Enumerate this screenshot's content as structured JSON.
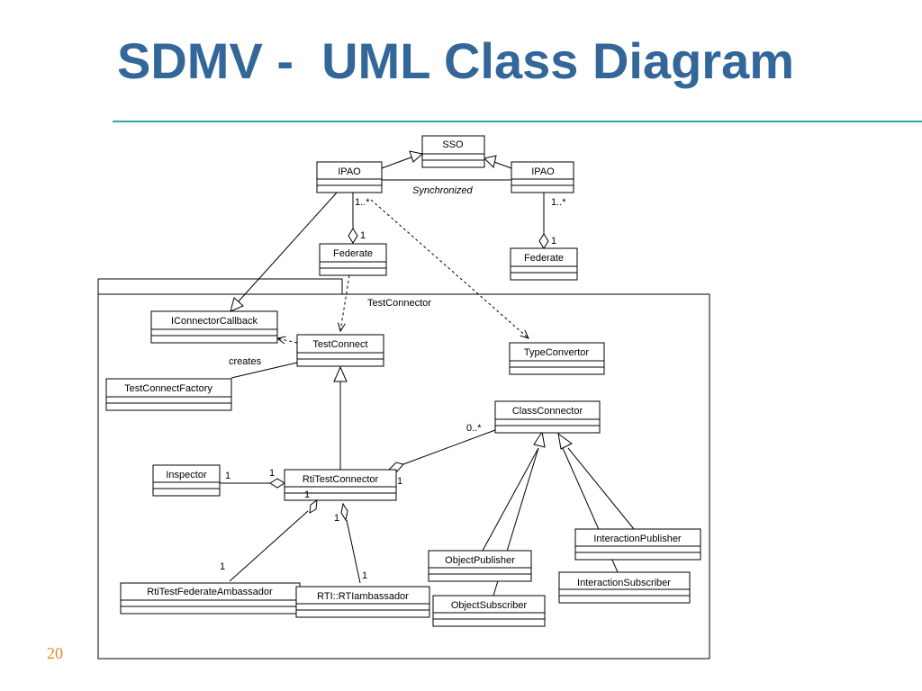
{
  "slide": {
    "title": "SDMV -  UML Class Diagram",
    "page_number": "20",
    "colors": {
      "title": "#336699",
      "rule": "#2aa7a7",
      "page_number": "#e08a1e"
    }
  },
  "diagram": {
    "package_label": "TestConnector",
    "classes": {
      "sso": "SSO",
      "ipao_left": "IPAO",
      "ipao_right": "IPAO",
      "federate_left": "Federate",
      "federate_right": "Federate",
      "iconnector_callback": "IConnectorCallback",
      "test_connect": "TestConnect",
      "type_convertor": "TypeConvertor",
      "test_connect_factory": "TestConnectFactory",
      "class_connector": "ClassConnector",
      "inspector": "Inspector",
      "rti_test_connector": "RtiTestConnector",
      "interaction_publisher": "InteractionPublisher",
      "object_publisher": "ObjectPublisher",
      "interaction_subscriber": "InteractionSubscriber",
      "rti_test_federate_ambassador": "RtiTestFederateAmbassador",
      "rti_ambassador": "RTI::RTIambassador",
      "object_subscriber": "ObjectSubscriber"
    },
    "labels": {
      "synchronized": "Synchronized",
      "ipao_left_mult": "1..*",
      "federate_left_mult": "1",
      "ipao_right_mult": "1..*",
      "federate_right_mult": "1",
      "creates": "creates",
      "class_connector_mult": "0..*",
      "rti_to_classconn_mult": "1",
      "inspector_mult": "1",
      "rti_to_inspector_mult": "1",
      "rti_bottom_mult": "1",
      "rti_to_ambassador_mult": "1",
      "federate_ambassador_mult": "1",
      "rti_ambassador_mult": "1"
    }
  }
}
